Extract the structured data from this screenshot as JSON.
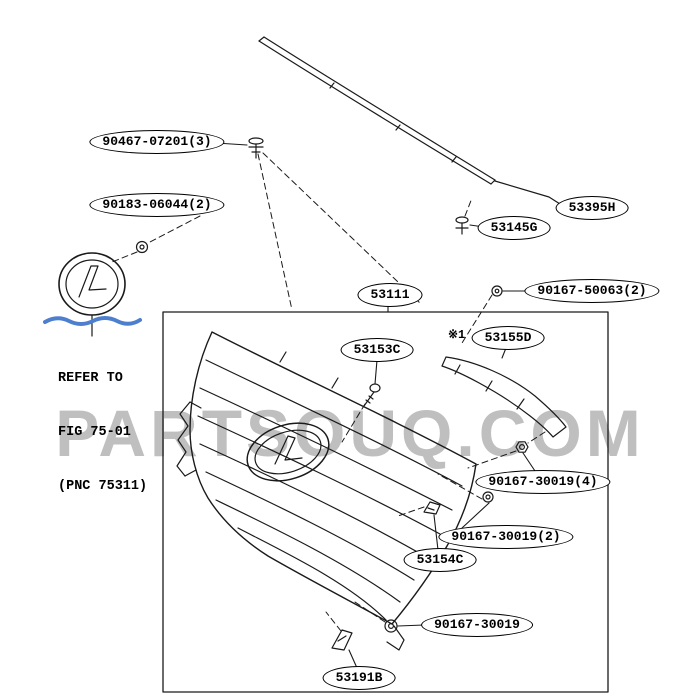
{
  "watermark": {
    "text": "PARTSOUQ.COM"
  },
  "note": {
    "line1": "REFER TO",
    "line2": "FIG 75-01",
    "line3": "(PNC 75311)"
  },
  "marker": {
    "ref1": "※1"
  },
  "labels": [
    {
      "text": "90467-07201(3)"
    },
    {
      "text": "90183-06044(2)"
    },
    {
      "text": "53395H"
    },
    {
      "text": "53145G"
    },
    {
      "text": "90167-50063(2)"
    },
    {
      "text": "53111"
    },
    {
      "text": "53153C"
    },
    {
      "text": "53155D"
    },
    {
      "text": "90167-30019(4)"
    },
    {
      "text": "90167-30019(2)"
    },
    {
      "text": "53154C"
    },
    {
      "text": "90167-30019"
    },
    {
      "text": "53191B"
    }
  ],
  "colors": {
    "line": "#1a1a1a",
    "highlight": "#4d7fce",
    "watermark": "#b5b5b5"
  }
}
